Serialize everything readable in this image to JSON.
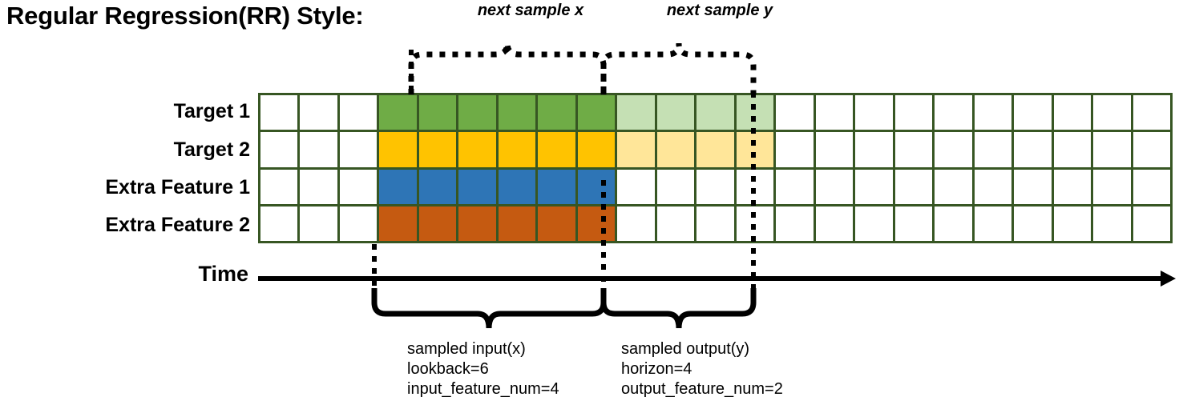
{
  "title": "Regular Regression(RR) Style:",
  "top_labels": {
    "next_sample_x": "next sample x",
    "next_sample_y": "next sample y"
  },
  "row_labels": [
    "Target 1",
    "Target 2",
    "Extra Feature 1",
    "Extra Feature 2"
  ],
  "axis": {
    "time_label": "Time"
  },
  "captions": {
    "input": {
      "line1": "sampled input(x)",
      "line2": "lookback=6",
      "line3": "input_feature_num=4"
    },
    "output": {
      "line1": "sampled output(y)",
      "line2": "horizon=4",
      "line3": "output_feature_num=2"
    }
  },
  "colors": {
    "grid_border": "#375623",
    "green": "#6FAC46",
    "light_green": "#C5E0B4",
    "yellow": "#FFC300",
    "light_yellow": "#FFE699",
    "blue": "#2E75B6",
    "orange": "#C55A11",
    "line": "#000000"
  },
  "grid": {
    "columns": 23,
    "rows": 4,
    "lookback_start_col": 3,
    "lookback": 6,
    "horizon": 4,
    "cells": [
      [
        "white",
        "white",
        "white",
        "green",
        "green",
        "green",
        "green",
        "green",
        "green",
        "lightgreen",
        "lightgreen",
        "lightgreen",
        "lightgreen",
        "white",
        "white",
        "white",
        "white",
        "white",
        "white",
        "white",
        "white",
        "white",
        "white"
      ],
      [
        "white",
        "white",
        "white",
        "yellow",
        "yellow",
        "yellow",
        "yellow",
        "yellow",
        "yellow",
        "lightyellow",
        "lightyellow",
        "lightyellow",
        "lightyellow",
        "white",
        "white",
        "white",
        "white",
        "white",
        "white",
        "white",
        "white",
        "white",
        "white"
      ],
      [
        "white",
        "white",
        "white",
        "blue",
        "blue",
        "blue",
        "blue",
        "blue",
        "blue",
        "white",
        "white",
        "white",
        "white",
        "white",
        "white",
        "white",
        "white",
        "white",
        "white",
        "white",
        "white",
        "white",
        "white"
      ],
      [
        "white",
        "white",
        "white",
        "orange",
        "orange",
        "orange",
        "orange",
        "orange",
        "orange",
        "white",
        "white",
        "white",
        "white",
        "white",
        "white",
        "white",
        "white",
        "white",
        "white",
        "white",
        "white",
        "white",
        "white"
      ]
    ]
  }
}
